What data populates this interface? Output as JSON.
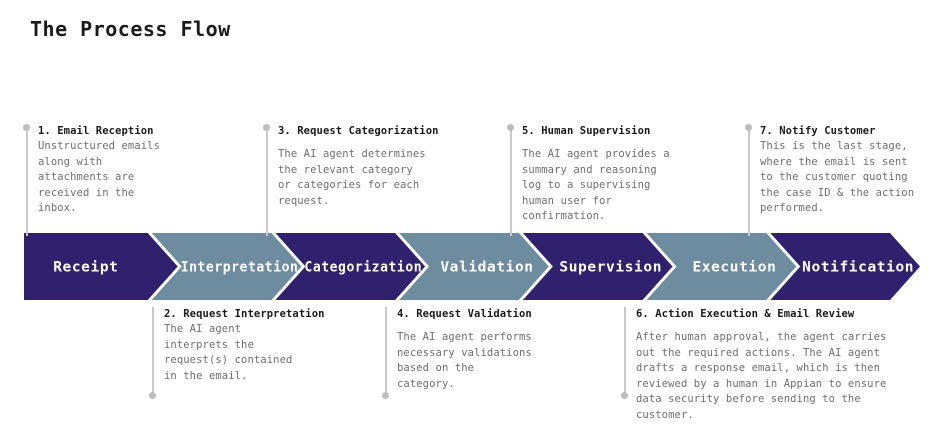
{
  "page": {
    "title": "The Process Flow",
    "background": "#ffffff"
  },
  "colors": {
    "dark": "#30216e",
    "light": "#6d8ca0",
    "chevron_label": "#ffffff",
    "connector_line": "#c9c9c9",
    "connector_dot": "#bdbdbd",
    "title_text": "#1b1b1b",
    "body_text": "#6f6f6f"
  },
  "flow": {
    "stages": [
      {
        "label": "Receipt",
        "tone": "dark"
      },
      {
        "label": "Interpretation",
        "tone": "light"
      },
      {
        "label": "Categorization",
        "tone": "dark"
      },
      {
        "label": "Validation",
        "tone": "light"
      },
      {
        "label": "Supervision",
        "tone": "dark"
      },
      {
        "label": "Execution",
        "tone": "light"
      },
      {
        "label": "Notification",
        "tone": "dark"
      }
    ]
  },
  "callouts": {
    "top": [
      {
        "title": "1. Email Reception",
        "desc": "Unstructured emails\nalong with\nattachments are\nreceived in the\ninbox."
      },
      {
        "title": "3. Request Categorization",
        "desc": "The AI agent determines\nthe relevant category\nor categories for each\nrequest."
      },
      {
        "title": "5. Human Supervision",
        "desc": "The AI agent provides a\nsummary and reasoning\nlog to a supervising\nhuman user for\nconfirmation."
      },
      {
        "title": "7. Notify Customer",
        "desc": "This is the last stage,\nwhere the email is sent\nto the customer quoting\nthe case ID & the action\nperformed."
      }
    ],
    "bottom": [
      {
        "title": "2. Request Interpretation",
        "desc": "The AI agent\ninterprets the\nrequest(s) contained\nin the email."
      },
      {
        "title": "4. Request Validation",
        "desc": "The AI agent performs\nnecessary validations\nbased on the\ncategory."
      },
      {
        "title": "6. Action Execution & Email Review",
        "desc": "After human approval, the agent carries\nout the required actions. The AI agent\ndrafts a response email, which is then\nreviewed by a human in Appian to ensure\ndata security before sending to the\ncustomer."
      }
    ]
  }
}
